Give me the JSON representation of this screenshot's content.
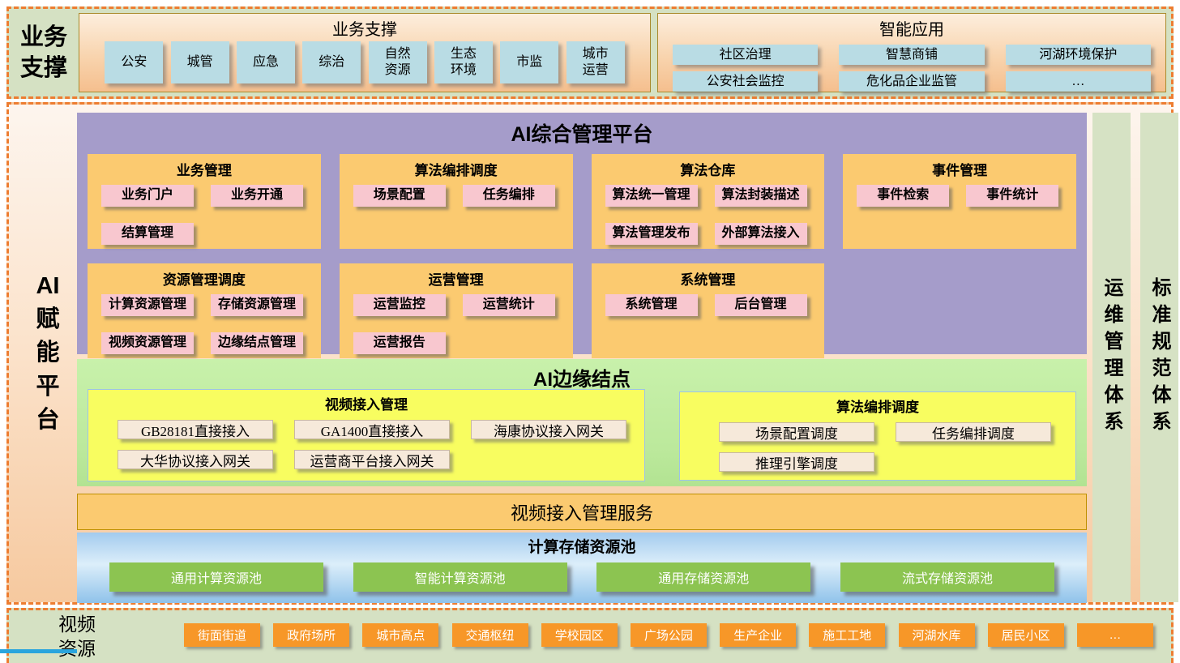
{
  "palette": {
    "dashed_border": "#ed7d31",
    "band_green": "#d5e1c3",
    "olive_box_border": "#a98a2b",
    "blue_item": "#b9dce4",
    "purple_panel": "#a59cca",
    "group_orange": "#fbca70",
    "pink_item": "#f8c7cf",
    "edge_green": "#c8f1ab",
    "yellow_box": "#f8fd60",
    "tan_item": "#f6e9da",
    "pool_blue": "#a3cbee",
    "green_button": "#8cc451",
    "orange_button": "#f79728",
    "bottom_blue_line": "#2aa5dd"
  },
  "top": {
    "band_label": "业务\n支撑",
    "business": {
      "title": "业务支撑",
      "items": [
        "公安",
        "城管",
        "应急",
        "综治",
        "自然\n资源",
        "生态\n环境",
        "市监",
        "城市\n运营"
      ]
    },
    "apps": {
      "title": "智能应用",
      "items": [
        "社区治理",
        "智慧商铺",
        "河湖环境保护",
        "公安社会监控",
        "危化品企业监管",
        "…"
      ]
    }
  },
  "main": {
    "band_label": "AI\n赋\n能\n平\n台",
    "platform": {
      "title": "AI综合管理平台",
      "groups": [
        {
          "title": "业务管理",
          "items": [
            "业务门户",
            "业务开通",
            "结算管理"
          ]
        },
        {
          "title": "算法编排调度",
          "items": [
            "场景配置",
            "任务编排"
          ]
        },
        {
          "title": "算法仓库",
          "items": [
            "算法统一管理",
            "算法封装描述",
            "算法管理发布",
            "外部算法接入"
          ]
        },
        {
          "title": "事件管理",
          "items": [
            "事件检索",
            "事件统计"
          ]
        },
        {
          "title": "资源管理调度",
          "items": [
            "计算资源管理",
            "存储资源管理",
            "视频资源管理",
            "边缘结点管理"
          ]
        },
        {
          "title": "运营管理",
          "items": [
            "运营监控",
            "运营统计",
            "运营报告"
          ]
        },
        {
          "title": "系统管理",
          "items": [
            "系统管理",
            "后台管理"
          ]
        }
      ]
    },
    "edge": {
      "title": "AI边缘结点",
      "video_access": {
        "title": "视频接入管理",
        "items": [
          "GB28181直接接入",
          "GA1400直接接入",
          "海康协议接入网关",
          "大华协议接入网关",
          "运营商平台接入网关"
        ]
      },
      "algo_sched": {
        "title": "算法编排调度",
        "items": [
          "场景配置调度",
          "任务编排调度",
          "推理引擎调度"
        ]
      }
    },
    "video_service_bar": "视频接入管理服务",
    "pool": {
      "title": "计算存储资源池",
      "items": [
        "通用计算资源池",
        "智能计算资源池",
        "通用存储资源池",
        "流式存储资源池"
      ]
    },
    "side_bars": [
      "运维管理体系",
      "标准规范体系"
    ]
  },
  "bottom": {
    "band_label": "视频\n资源",
    "items": [
      "街面街道",
      "政府场所",
      "城市高点",
      "交通枢纽",
      "学校园区",
      "广场公园",
      "生产企业",
      "施工工地",
      "河湖水库",
      "居民小区",
      "…"
    ]
  }
}
